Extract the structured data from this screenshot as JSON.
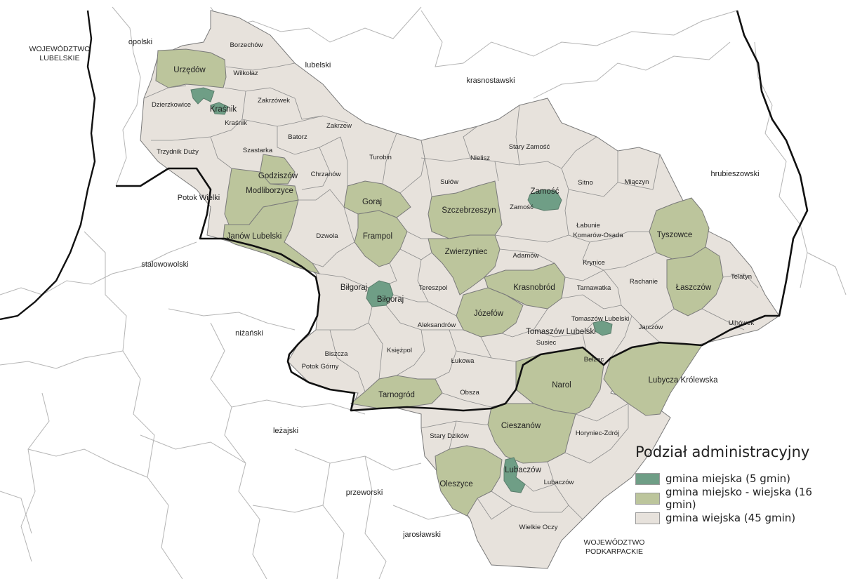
{
  "colors": {
    "urban": "#6f9e86",
    "mixed": "#bcc59c",
    "rural": "#e7e2dc",
    "boundary": "#7a7a7a",
    "voivodeship_border": "#111111"
  },
  "region_labels": {
    "wojewodztwo_lubelskie_1": "WOJEWÓDZTWO",
    "wojewodztwo_lubelskie_2": "LUBELSKIE",
    "wojewodztwo_podkarpackie_1": "WOJEWÓDZTWO",
    "wojewodztwo_podkarpackie_2": "PODKARPACKIE"
  },
  "neighbor_counties": {
    "opolski": "opolski",
    "lubelski": "lubelski",
    "krasnostawski": "krasnostawski",
    "hrubieszowski": "hrubieszowski",
    "stalowowolski": "stalowowolski",
    "nizanski": "niżański",
    "lezajski": "leżajski",
    "przeworski": "przeworski",
    "jaroslawski": "jarosławski",
    "potok_wielki": "Potok Wielki"
  },
  "gminas": {
    "borzechow": "Borzechów",
    "urzedow": "Urzędów",
    "wilkolaz": "Wilkołaz",
    "dzierzkowice": "Dzierzkowice",
    "krasnik_m": "Kraśnik",
    "krasnik_w": "Kraśnik",
    "zakrzowek": "Zakrzówek",
    "zakrzew": "Zakrzew",
    "batorz": "Batorz",
    "szastarka": "Szastarka",
    "trzydnik_duzy": "Trzydnik Duży",
    "godziszow": "Godziszów",
    "chrzanow": "Chrzanów",
    "modliborzyce": "Modliborzyce",
    "turobin": "Turobin",
    "janow_lubelski": "Janów Lubelski",
    "dzwola": "Dzwola",
    "goraj": "Goraj",
    "frampol": "Frampol",
    "nielisz": "Nielisz",
    "stary_zamosc": "Stary Zamość",
    "sulow": "Sułów",
    "szczebrzeszyn": "Szczebrzeszyn",
    "zamosc_m": "Zamość",
    "zamosc_w": "Zamość",
    "sitno": "Sitno",
    "miaczyn": "Miączyn",
    "labunie": "Łabunie",
    "komarow_osada": "Komarów-Osada",
    "tyszowce": "Tyszowce",
    "zwierzyniec": "Zwierzyniec",
    "adamow": "Adamów",
    "krynice": "Krynice",
    "rachanie": "Rachanie",
    "tarnawatka": "Tarnawatka",
    "laszczow": "Łaszczów",
    "telatyn": "Telatyn",
    "bilgoraj_w": "Biłgoraj",
    "bilgoraj_m": "Biłgoraj",
    "tereszpol": "Tereszpol",
    "krasnobrod": "Krasnobród",
    "jozefow": "Józefów",
    "aleksandrow": "Aleksandrów",
    "tomaszow_lubelski_m": "Tomaszów Lubelski",
    "tomaszow_lubelski_w": "Tomaszów Lubelski",
    "susiec": "Susiec",
    "jarczow": "Jarczów",
    "ulhowek": "Ulhówek",
    "biszcza": "Biszcza",
    "ksiezpol": "Księżpol",
    "lukowa": "Łukowa",
    "potok_gorny": "Potok Górny",
    "belzec": "Bełżec",
    "lubycza_krolewska": "Lubycza Królewska",
    "narol": "Narol",
    "obsza": "Obsza",
    "tarnogrod": "Tarnogród",
    "cieszanow": "Cieszanów",
    "stary_dzikow": "Stary Dzików",
    "horyniec_zdroj": "Horyniec-Zdrój",
    "lubaczow_m": "Lubaczów",
    "lubaczow_w": "Lubaczów",
    "oleszyce": "Oleszyce",
    "wielkie_oczy": "Wielkie Oczy"
  },
  "legend": {
    "title": "Podział administracyjny",
    "items": [
      {
        "label": "gmina miejska (5 gmin)",
        "color": "#6f9e86"
      },
      {
        "label": "gmina miejsko - wiejska (16 gmin)",
        "color": "#bcc59c"
      },
      {
        "label": "gmina wiejska (45 gmin)",
        "color": "#e7e2dc"
      }
    ]
  }
}
